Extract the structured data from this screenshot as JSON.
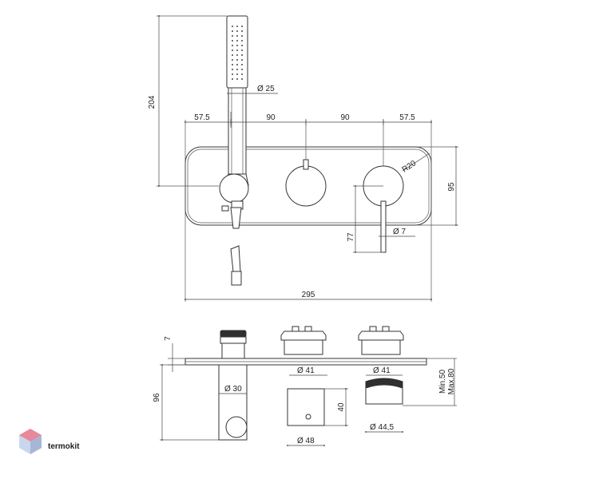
{
  "brand": {
    "name": "termokit",
    "mark_colors": [
      "#e8889a",
      "#c9d7ee",
      "#a7b6d6"
    ]
  },
  "dimensions": {
    "hand_shower_height": "204",
    "hand_shower_diameter": "Ø 25",
    "left_offset": "57.5",
    "spacing_1": "90",
    "spacing_2": "90",
    "right_offset": "57.5",
    "corner_radius": "R20",
    "plate_height": "95",
    "lever_height": "77",
    "lever_diameter": "Ø 7",
    "overall_width": "295",
    "plate_thickness": "7",
    "mixer_diameter_1": "Ø 41",
    "mixer_diameter_2": "Ø 41",
    "depth_range_min": "Min.50",
    "depth_range_max": "Max.80",
    "outlet_height": "96",
    "outlet_diameter": "Ø 30",
    "body_height": "40",
    "body_diameter": "Ø 48",
    "handle_diameter": "Ø 44,5"
  }
}
